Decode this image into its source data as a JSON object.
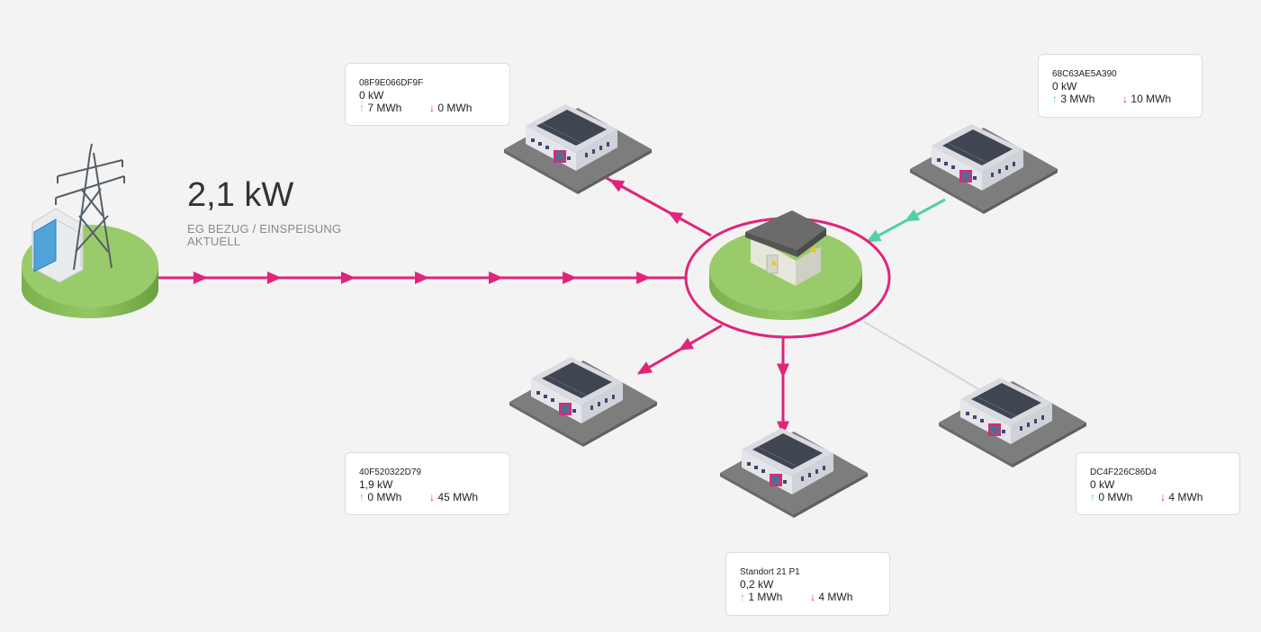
{
  "colors": {
    "flow": "#e0257a",
    "feedin": "#4fd1a5",
    "idle": "#d6d6d6",
    "grass": "#8cc35a",
    "background": "#f3f3f3"
  },
  "summary": {
    "power": "2,1 kW",
    "caption_line1": "EG BEZUG / EINSPEISUNG",
    "caption_line2": "AKTUELL"
  },
  "sites": [
    {
      "id": "08F9E066DF9F",
      "power": "0 kW",
      "up_icon": "arrow-up-icon",
      "up": "7 MWh",
      "down_icon": "arrow-down-icon",
      "down": "0 MWh"
    },
    {
      "id": "68C63AE5A390",
      "power": "0 kW",
      "up_icon": "arrow-up-icon",
      "up": "3 MWh",
      "down_icon": "arrow-down-icon",
      "down": "10 MWh"
    },
    {
      "id": "40F520322D79",
      "power": "1,9 kW",
      "up_icon": "arrow-up-icon",
      "up": "0 MWh",
      "down_icon": "arrow-down-icon",
      "down": "45 MWh"
    },
    {
      "id": "DC4F226C86D4",
      "power": "0 kW",
      "up_icon": "arrow-up-icon",
      "up": "0 MWh",
      "down_icon": "arrow-down-icon",
      "down": "4 MWh"
    },
    {
      "id": "Standort 21 P1",
      "power": "0,2 kW",
      "up_icon": "arrow-up-icon",
      "up": "1 MWh",
      "down_icon": "arrow-down-icon",
      "down": "4 MWh"
    }
  ]
}
